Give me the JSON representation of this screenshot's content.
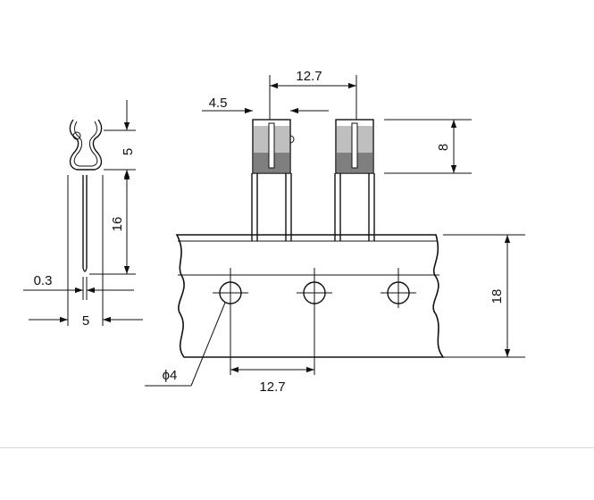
{
  "figure": {
    "side_view": {
      "dim_top_height": "5",
      "dim_lead_length": "16",
      "dim_thickness": "0.3",
      "dim_width": "5"
    },
    "front_view": {
      "dim_terminal_width": "4.5",
      "dim_terminal_pitch": "12.7",
      "dim_terminal_height": "8",
      "dim_tape_height": "18",
      "dim_hole_diameter": "ϕ4",
      "dim_hole_pitch": "12.7"
    }
  }
}
